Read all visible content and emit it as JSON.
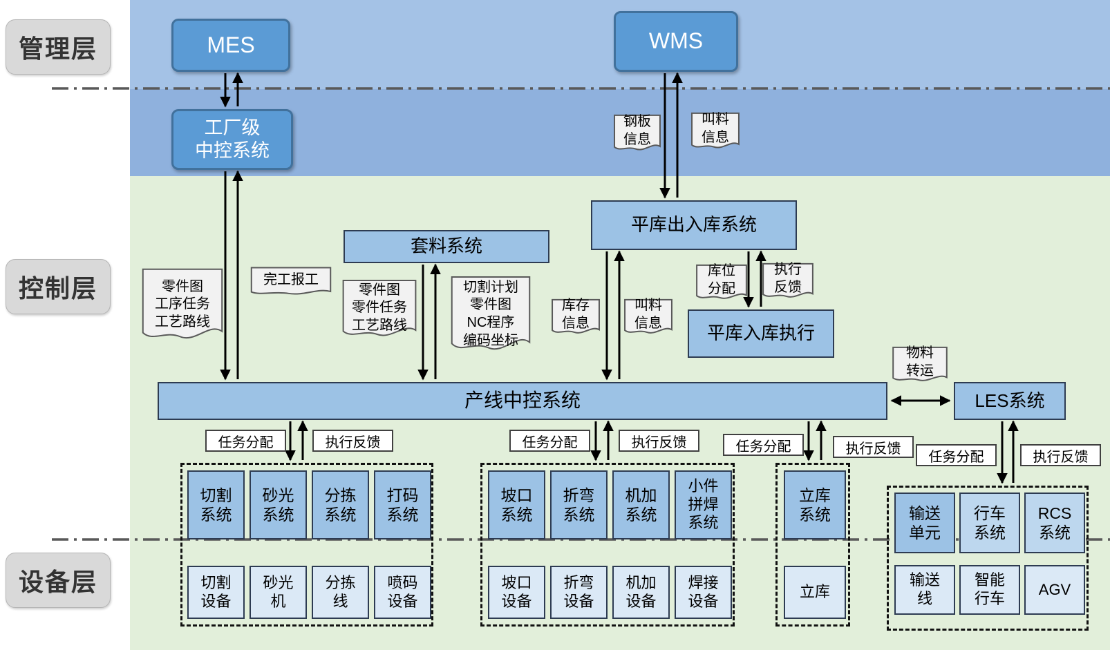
{
  "layers": {
    "management": "管理层",
    "control": "控制层",
    "equipment": "设备层"
  },
  "systems": {
    "mes": "MES",
    "wms": "WMS",
    "factory_control": "工厂级\n中控系统",
    "nesting": "套料系统",
    "flat_warehouse_io": "平库出入库系统",
    "flat_warehouse_inbound_exec": "平库入库执行",
    "line_control": "产线中控系统",
    "les": "LES系统"
  },
  "documents": {
    "steel_info": "钢板\n信息",
    "call_info_top": "叫料\n信息",
    "parts_process_route": "零件图\n工序任务\n工艺路线",
    "work_completion": "完工报工",
    "parts_task_route": "零件图\n零件任务\n工艺路线",
    "cutting_plan": "切割计划\n零件图\nNC程序\n编码坐标",
    "stock_info": "库存\n信息",
    "call_info_mid": "叫料\n信息",
    "location_assignment": "库位\n分配",
    "execution_feedback": "执行\n反馈",
    "material_transfer": "物料\n转运"
  },
  "flow_labels": {
    "task_assignment": "任务分配",
    "execution_feedback": "执行反馈"
  },
  "groups": [
    {
      "name": "cutting",
      "systems": [
        "切割\n系统",
        "砂光\n系统",
        "分拣\n系统",
        "打码\n系统"
      ],
      "devices": [
        "切割\n设备",
        "砂光\n机",
        "分拣\n线",
        "喷码\n设备"
      ]
    },
    {
      "name": "bevel",
      "systems": [
        "坡口\n系统",
        "折弯\n系统",
        "机加\n系统",
        "小件\n拼焊\n系统"
      ],
      "devices": [
        "坡口\n设备",
        "折弯\n设备",
        "机加\n设备",
        "焊接\n设备"
      ]
    },
    {
      "name": "stereo_warehouse",
      "systems": [
        "立库\n系统"
      ],
      "devices": [
        "立库"
      ]
    },
    {
      "name": "transport",
      "systems": [
        "输送\n单元",
        "行车\n系统",
        "RCS\n系统"
      ],
      "devices": [
        "输送\n线",
        "智能\n行车",
        "AGV"
      ]
    }
  ],
  "colors": {
    "management_band": "#a4c2e6",
    "control_band": "#8fb1dd",
    "device_area": "#e2efda",
    "primary_node": "#5b9bd5",
    "primary_node_border": "#41719c",
    "secondary_node": "#9cc2e5",
    "secondary_node_lighter": "#bdd7ee",
    "device_node": "#dbe9f6",
    "document_fill": "#f2f2f2",
    "label_fill": "#ffffff",
    "connector": "#000000",
    "separator": "#595959",
    "layer_label_fill": "#d9d9d9"
  }
}
